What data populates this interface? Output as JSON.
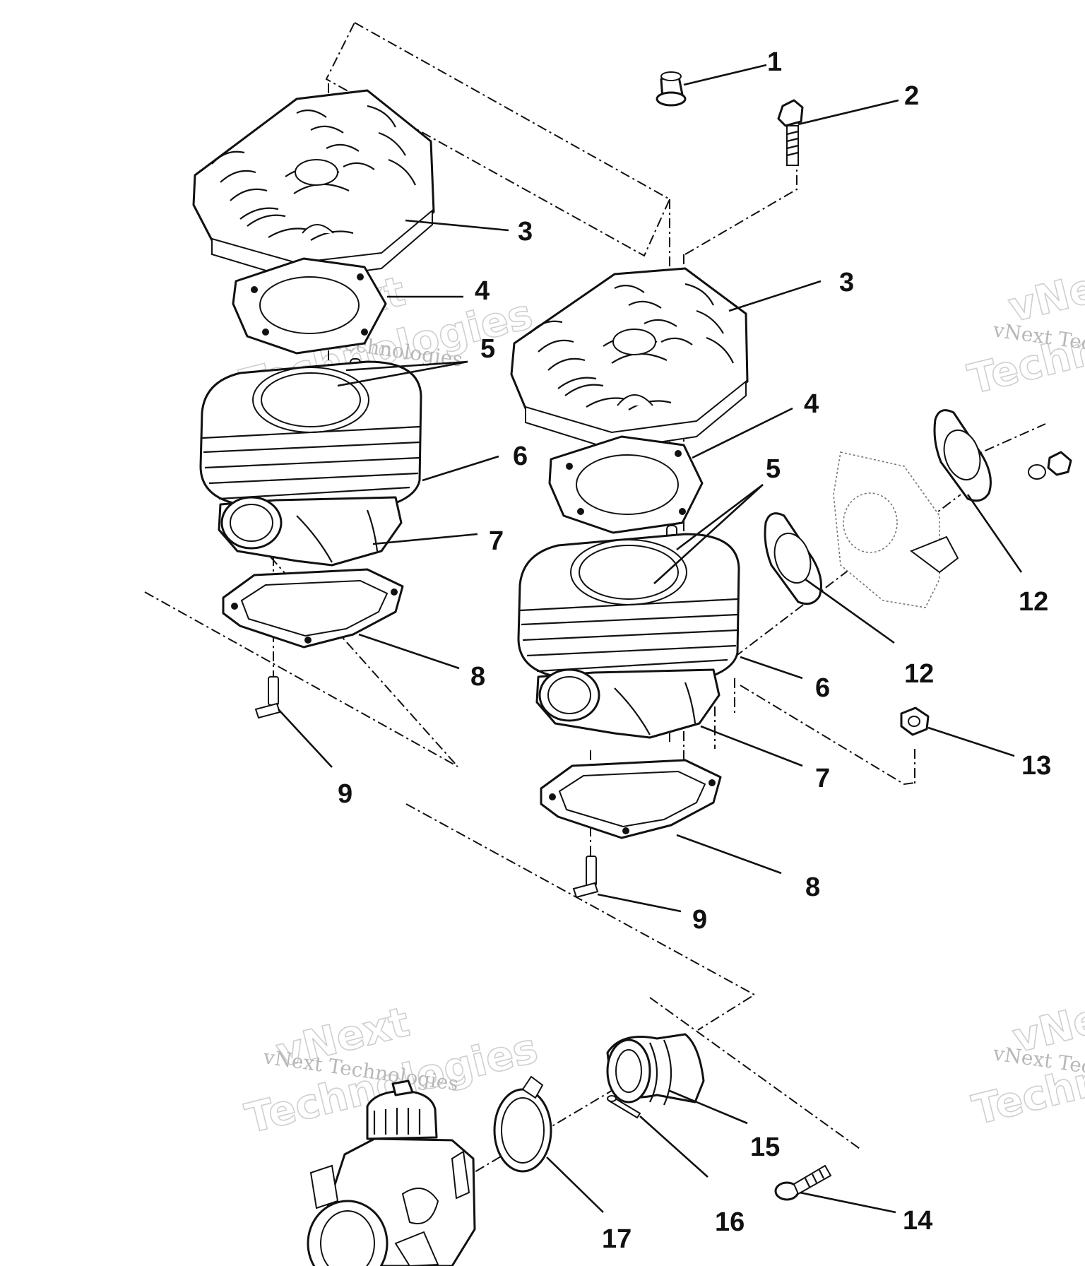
{
  "callouts": [
    {
      "id": "c1",
      "label": "1"
    },
    {
      "id": "c2",
      "label": "2"
    },
    {
      "id": "c3a",
      "label": "3"
    },
    {
      "id": "c3b",
      "label": "3"
    },
    {
      "id": "c4a",
      "label": "4"
    },
    {
      "id": "c4b",
      "label": "4"
    },
    {
      "id": "c5a",
      "label": "5"
    },
    {
      "id": "c5b",
      "label": "5"
    },
    {
      "id": "c6a",
      "label": "6"
    },
    {
      "id": "c6b",
      "label": "6"
    },
    {
      "id": "c7a",
      "label": "7"
    },
    {
      "id": "c7b",
      "label": "7"
    },
    {
      "id": "c8a",
      "label": "8"
    },
    {
      "id": "c8b",
      "label": "8"
    },
    {
      "id": "c9a",
      "label": "9"
    },
    {
      "id": "c9b",
      "label": "9"
    },
    {
      "id": "c12a",
      "label": "12"
    },
    {
      "id": "c12b",
      "label": "12"
    },
    {
      "id": "c13",
      "label": "13"
    },
    {
      "id": "c14",
      "label": "14"
    },
    {
      "id": "c15",
      "label": "15"
    },
    {
      "id": "c16",
      "label": "16"
    },
    {
      "id": "c17",
      "label": "17"
    }
  ],
  "watermark": {
    "line1": "vNext",
    "line2": "Technologies",
    "full": "vNext Technologies"
  }
}
